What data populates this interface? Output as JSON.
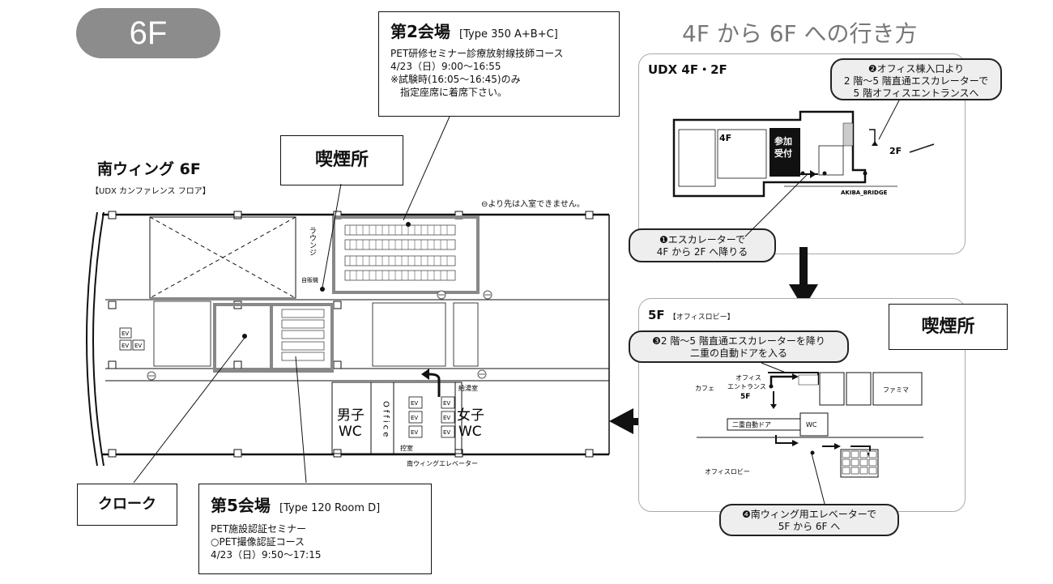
{
  "floor_badge": "6F",
  "hall2": {
    "title": "第2会場",
    "type": "[Type 350 A+B+C]",
    "lines": [
      "PET研修セミナー診療放射線技師コース",
      "4/23（日）9:00〜16:55",
      "※試験時(16:05〜16:45)のみ",
      "　指定座席に着席下さい。"
    ]
  },
  "smoking_6f": "喫煙所",
  "wing_title": "南ウィング 6F",
  "wing_sub": "【UDX カンファレンス フロア】",
  "no_entry": "⊖より先は入室できません。",
  "map6f": {
    "lounge": "ラウンジ",
    "vending": "自販機",
    "men": "男子WC",
    "men_l1": "男子",
    "men_l2": "WC",
    "women_l1": "女子",
    "women_l2": "WC",
    "office": "Office",
    "kyuto": "給湯室",
    "hikae": "控室",
    "ev": "EV",
    "elevator": "南ウィングエレベーター"
  },
  "cloak": "クローク",
  "hall5": {
    "title": "第5会場",
    "type": "[Type 120 Room D]",
    "lines": [
      "PET施設認証セミナー",
      "○PET撮像認証コース",
      "4/23（日）9:50〜17:15"
    ]
  },
  "directions_title": "4F から 6F への行き方",
  "udx": {
    "title": "UDX 4F・2F",
    "step2": [
      "❷オフィス棟入口より",
      "2 階〜5 階直通エスカレーターで",
      "5 階オフィスエントランスへ"
    ],
    "step1": [
      "❶エスカレーターで",
      "4F から 2F へ降りる"
    ],
    "f4": "4F",
    "f2": "2F",
    "reception_l1": "参加",
    "reception_l2": "受付",
    "akiba": "AKIBA_BRIDGE"
  },
  "lobby5f": {
    "title": "5F",
    "sub": "【オフィスロビー】",
    "smoking": "喫煙所",
    "step3": [
      "❸2 階〜5 階直通エスカレーターを降り",
      "二重の自動ドアを入る"
    ],
    "step4": [
      "❹南ウィング用エレベーターで",
      "5F から 6F へ"
    ],
    "cafe": "カフェ",
    "entrance_l1": "オフィス",
    "entrance_l2": "エントランス",
    "entrance_l3": "5F",
    "double_door": "二重自動ドア",
    "wc": "WC",
    "famima": "ファミマ",
    "lobby": "オフィスロビー"
  }
}
